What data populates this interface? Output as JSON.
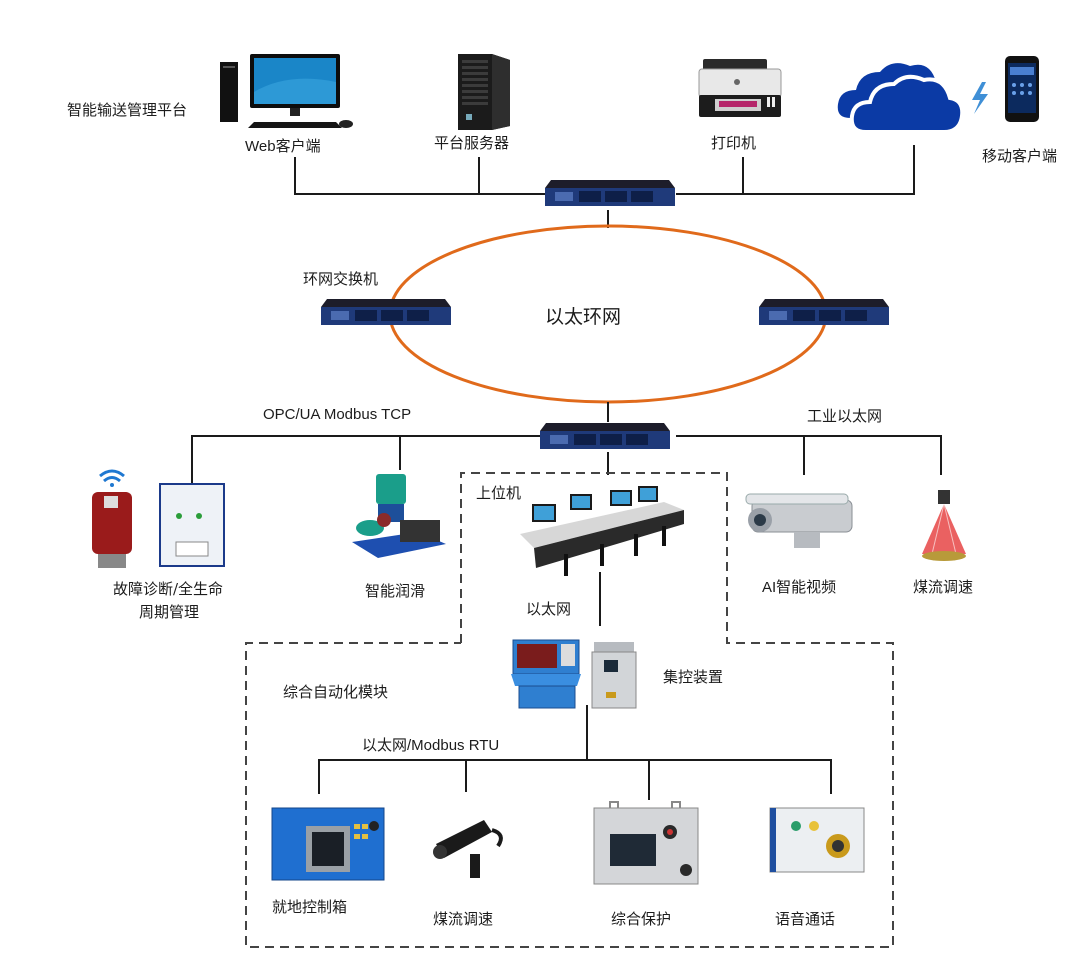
{
  "diagram": {
    "type": "network-topology",
    "title": "智能输送管理平台",
    "top_layer": {
      "platform_label": "智能输送管理平台",
      "devices": [
        {
          "id": "web-client",
          "label": "Web客户端",
          "icon": "desktop-computer-icon"
        },
        {
          "id": "platform-server",
          "label": "平台服务器",
          "icon": "tower-server-icon"
        },
        {
          "id": "printer",
          "label": "打印机",
          "icon": "printer-icon"
        },
        {
          "id": "cloud",
          "label": "",
          "icon": "cloud-icon"
        },
        {
          "id": "mobile-client",
          "label": "移动客户端",
          "icon": "smartphone-icon"
        }
      ]
    },
    "ring": {
      "center_label": "以太环网",
      "switch_label": "环网交换机",
      "ring_color": "#e06a1b",
      "switches": [
        "top",
        "left",
        "right",
        "bottom"
      ]
    },
    "field_layer": {
      "protocol_left": "OPC/UA    Modbus TCP",
      "protocol_right": "工业以太网",
      "devices": [
        {
          "id": "fault-diagnosis",
          "label_line1": "故障诊断/全生命",
          "label_line2": "周期管理"
        },
        {
          "id": "smart-lubrication",
          "label": "智能润滑"
        },
        {
          "id": "ai-video",
          "label": "AI智能视频"
        },
        {
          "id": "coal-flow-speed-top",
          "label": "煤流调速"
        }
      ]
    },
    "host_group": {
      "label": "上位机",
      "link_label": "以太网"
    },
    "automation_group": {
      "label": "综合自动化模块",
      "controller_label": "集控装置",
      "bus_label": "以太网/Modbus RTU",
      "devices": [
        {
          "id": "local-control-box",
          "label": "就地控制箱"
        },
        {
          "id": "coal-flow-speed",
          "label": "煤流调速"
        },
        {
          "id": "integrated-protection",
          "label": "综合保护"
        },
        {
          "id": "voice-call",
          "label": "语音通话"
        }
      ]
    },
    "colors": {
      "line": "#1a1a1a",
      "ring": "#e06a1b",
      "switch_body": "#1f3a7a",
      "cloud": "#0b3aa5",
      "dashed_border": "#444444"
    }
  }
}
